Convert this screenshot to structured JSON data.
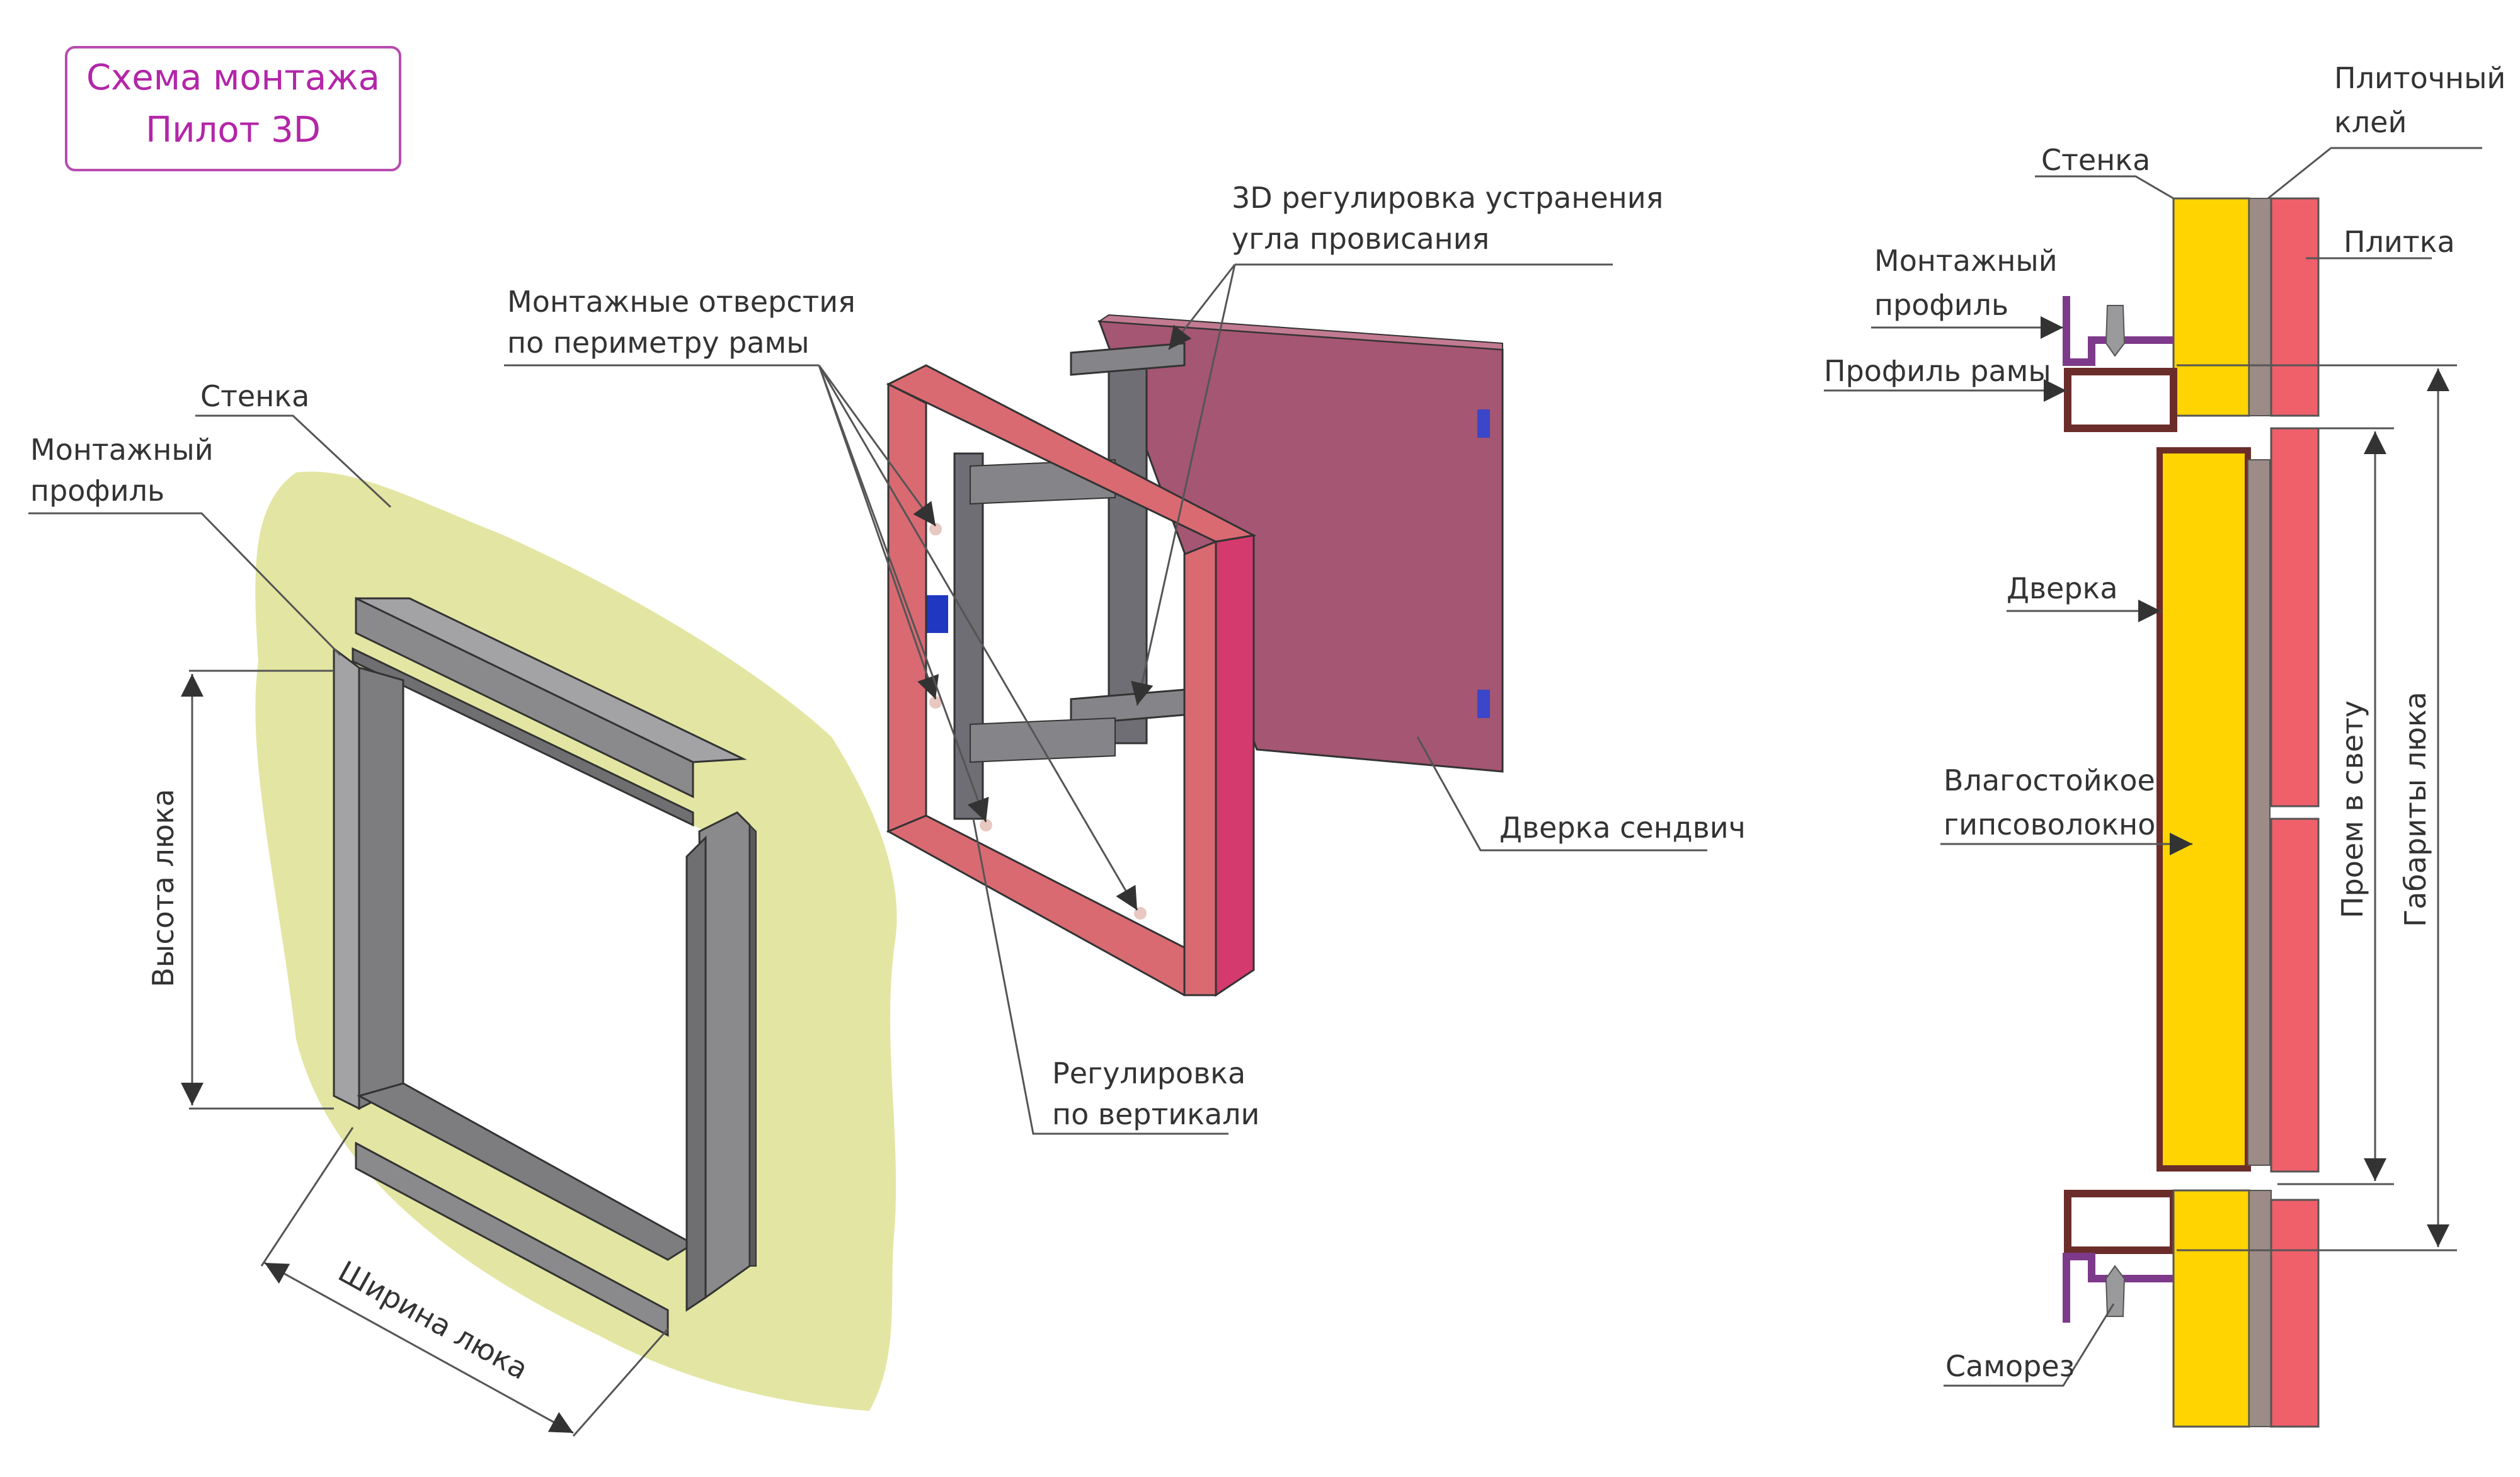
{
  "title": {
    "line1": "Схема монтажа",
    "line2": "Пилот 3D",
    "color": "#b326a8"
  },
  "left_view": {
    "wall": "Стенка",
    "mount_profile_l1": "Монтажный",
    "mount_profile_l2": "профиль",
    "height": "Высота люка",
    "width": "Ширина люка"
  },
  "center_view": {
    "holes_l1": "Монтажные отверстия",
    "holes_l2": "по периметру рамы",
    "adjust3d_l1": "3D регулировка устранения",
    "adjust3d_l2": "угла провисания",
    "door_sandwich": "Дверка сендвич",
    "vertical_l1": "Регулировка",
    "vertical_l2": "по вертикали"
  },
  "right_view": {
    "tile_glue_l1": "Плиточный",
    "tile_glue_l2": "клей",
    "wall": "Стенка",
    "tile": "Плитка",
    "mount_profile_l1": "Монтажный",
    "mount_profile_l2": "профиль",
    "frame_profile": "Профиль рамы",
    "door": "Дверка",
    "gvl_l1": "Влагостойкое",
    "gvl_l2": "гипсоволокно",
    "opening": "Проем в свету",
    "overall": "Габариты люка",
    "screw": "Саморез"
  },
  "colors": {
    "wall_blob": "#e3e6a2",
    "profile": "#8a8a8d",
    "frame": "#d96a72",
    "door_panel": "#a45672",
    "gypsum": "#ffd400",
    "tile": "#f0606a",
    "glue": "#9c8b86",
    "mount_profile": "#7e3a8a",
    "frame_profile": "#6b2d2a"
  }
}
